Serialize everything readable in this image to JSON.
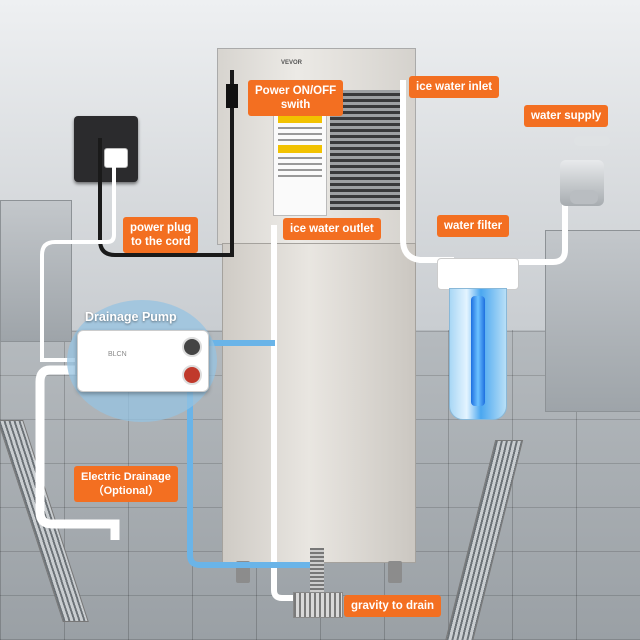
{
  "labels": {
    "power_switch": "Power ON/OFF\nswith",
    "ice_water_inlet": "ice water inlet",
    "water_supply": "water supply",
    "power_plug": "power plug\nto the cord",
    "ice_water_outlet": "ice water outlet",
    "water_filter": "water filter",
    "drainage_pump": "Drainage Pump",
    "electric_drainage": "Electric Drainage\n（Optional）",
    "gravity_to_drain": "gravity to drain"
  },
  "machine": {
    "brand": "VEVOR"
  },
  "pump": {
    "brand": "BLCN"
  },
  "colors": {
    "label_bg": "#f36f21",
    "label_text": "#ffffff",
    "blue_hose": "#6ab4e8",
    "white_hose": "#ffffff",
    "power_cord": "#1a1a1a"
  },
  "icons": {
    "socket": "wall-socket-icon",
    "faucet": "faucet-icon",
    "filter": "water-filter-icon",
    "pump": "drainage-pump-icon",
    "floor_drain": "floor-drain-icon"
  }
}
